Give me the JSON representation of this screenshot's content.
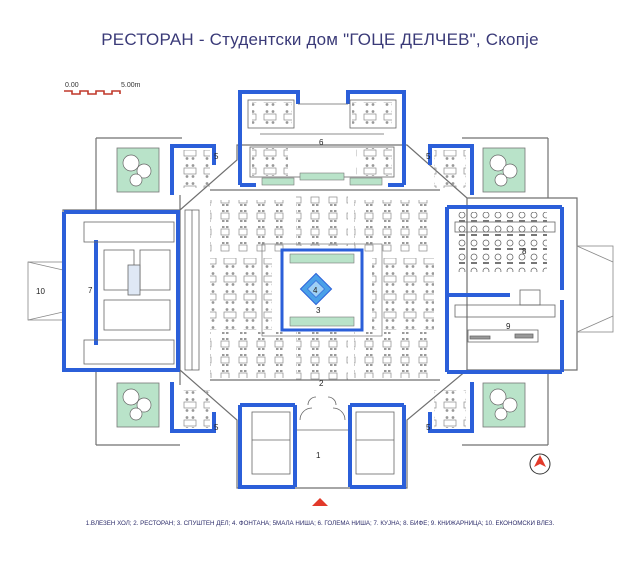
{
  "title": "РЕСТОРАН - Студентски дом \"ГОЦЕ ДЕЛЧЕВ\", Скопје",
  "scale_bar": {
    "start": "0.00",
    "end": "5.00m"
  },
  "room_labels": {
    "entrance_hall": "1",
    "restaurant": "2",
    "sunken_part": "3",
    "fountain": "4",
    "small_niche": "5",
    "large_niche": "6",
    "kitchen": "7",
    "buffet": "8",
    "bookstore": "9",
    "service_entrance": "10"
  },
  "legend": "1.ВЛЕЗЕН ХОЛ; 2. РЕСТОРАН; 3. СПУШТЕН ДЕЛ; 4. ФОНТАНА; 5МАЛА НИША; 6. ГОЛЕМА НИША; 7. КУЈНА; 8. БИФЕ; 9. КНИЖАРНИЦА; 10. ЕКОНОМСКИ ВЛЕЗ.",
  "colors": {
    "wall": "#2b5fd9",
    "outline": "#6f6f6f",
    "green": "#b9e3c9",
    "tree": "#cfead8",
    "fountain": "#4aa0e8",
    "arrow": "#e23a2a"
  }
}
